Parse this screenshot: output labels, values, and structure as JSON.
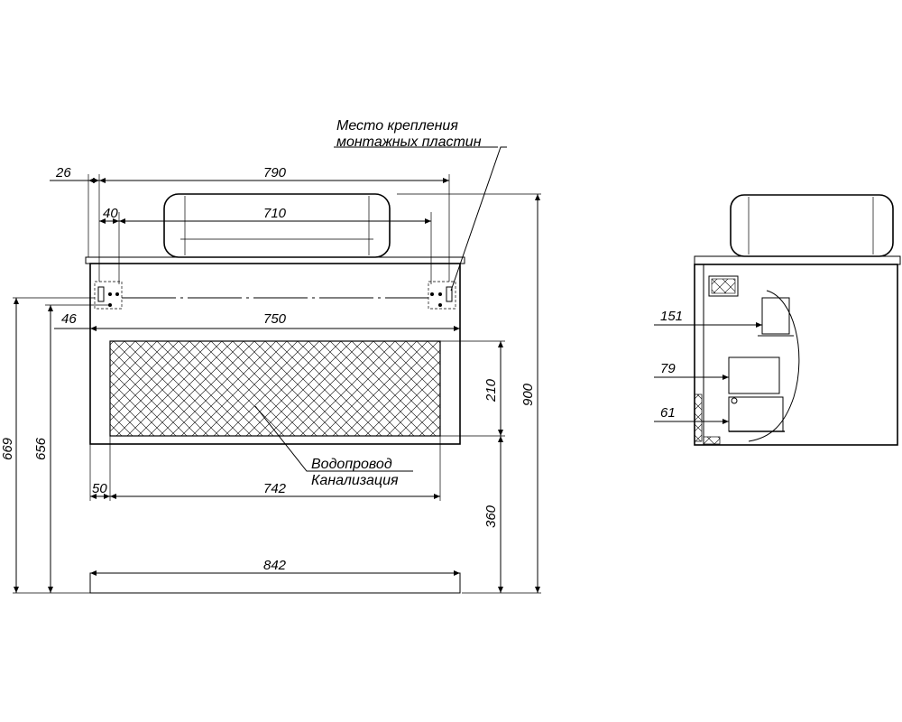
{
  "notes": {
    "mounting_line1": "Место крепления",
    "mounting_line2": "монтажных пластин",
    "water_line1": "Водопровод",
    "water_line2": "Канализация"
  },
  "front_dims": {
    "d26": "26",
    "d790": "790",
    "d40": "40",
    "d710": "710",
    "d46": "46",
    "d750": "750",
    "d210": "210",
    "d900": "900",
    "d669": "669",
    "d656": "656",
    "d50": "50",
    "d742": "742",
    "d360": "360",
    "d842": "842"
  },
  "side_dims": {
    "d151": "151",
    "d79": "79",
    "d61": "61"
  }
}
